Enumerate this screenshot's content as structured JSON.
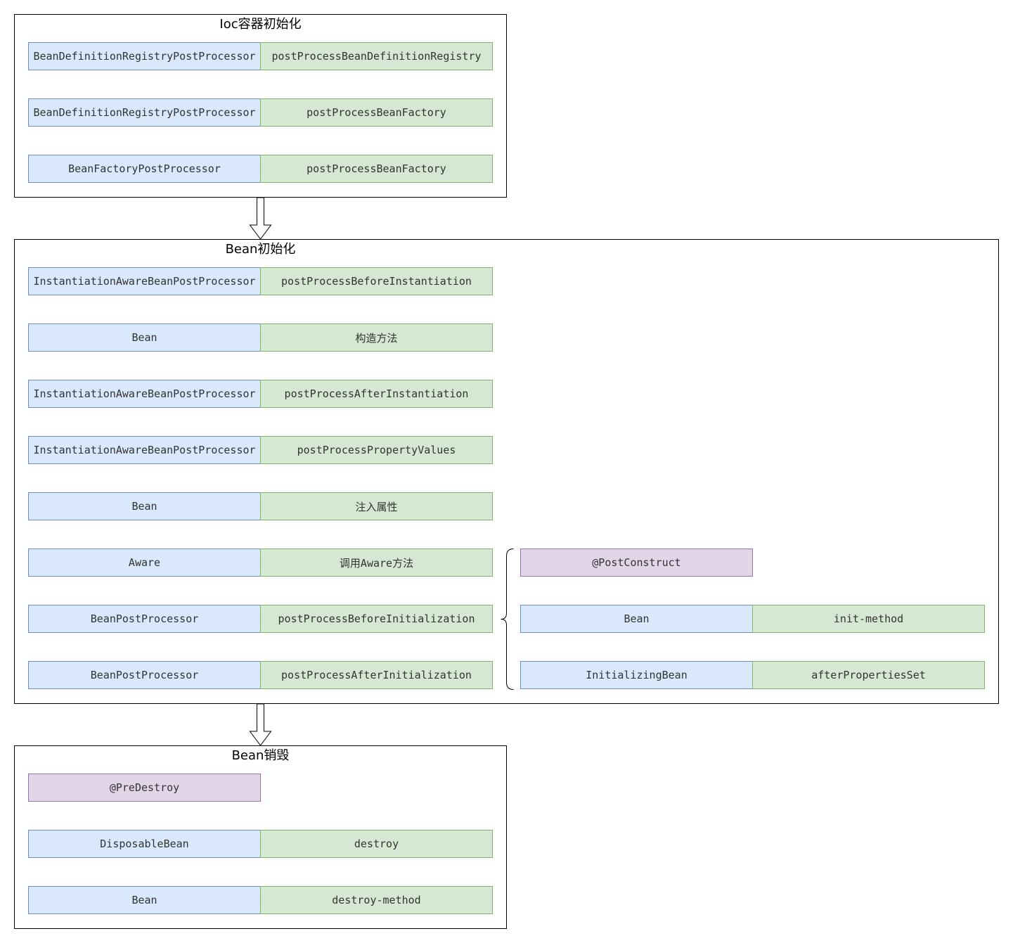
{
  "groups": {
    "ioc": {
      "title": "Ioc容器初始化"
    },
    "bean_init": {
      "title": "Bean初始化"
    },
    "bean_destroy": {
      "title": "Bean销毁"
    }
  },
  "colors": {
    "class_box_fill": "#dae8fc",
    "class_box_stroke": "#6c8ebf",
    "method_box_fill": "#d5e8d4",
    "method_box_stroke": "#82b366",
    "annotation_box_fill": "#e1d5e7",
    "annotation_box_stroke": "#9673a6"
  },
  "ioc_rows": [
    {
      "class": "BeanDefinitionRegistryPostProcessor",
      "method": "postProcessBeanDefinitionRegistry"
    },
    {
      "class": "BeanDefinitionRegistryPostProcessor",
      "method": "postProcessBeanFactory"
    },
    {
      "class": "BeanFactoryPostProcessor",
      "method": "postProcessBeanFactory"
    }
  ],
  "init_rows": [
    {
      "class": "InstantiationAwareBeanPostProcessor",
      "method": "postProcessBeforeInstantiation"
    },
    {
      "class": "Bean",
      "method": "构造方法"
    },
    {
      "class": "InstantiationAwareBeanPostProcessor",
      "method": "postProcessAfterInstantiation"
    },
    {
      "class": "InstantiationAwareBeanPostProcessor",
      "method": "postProcessPropertyValues"
    },
    {
      "class": "Bean",
      "method": "注入属性"
    },
    {
      "class": "Aware",
      "method": "调用Aware方法"
    },
    {
      "class": "BeanPostProcessor",
      "method": "postProcessBeforeInitialization"
    },
    {
      "class": "BeanPostProcessor",
      "method": "postProcessAfterInitialization"
    }
  ],
  "init_detail": {
    "annotation": "@PostConstruct",
    "rows": [
      {
        "class": "Bean",
        "method": "init-method"
      },
      {
        "class": "InitializingBean",
        "method": "afterPropertiesSet"
      }
    ]
  },
  "destroy_annotation": "@PreDestroy",
  "destroy_rows": [
    {
      "class": "DisposableBean",
      "method": "destroy"
    },
    {
      "class": "Bean",
      "method": "destroy-method"
    }
  ]
}
